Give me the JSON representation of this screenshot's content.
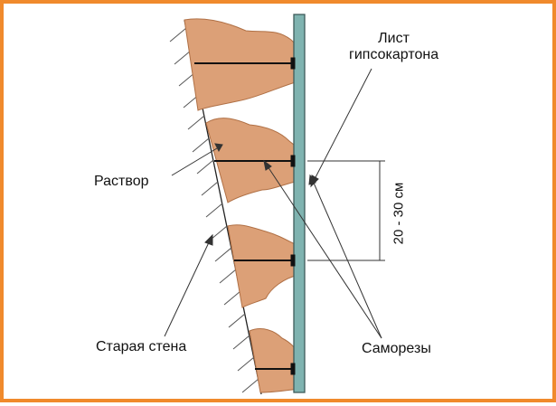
{
  "labels": {
    "sheet_line1": "Лист",
    "sheet_line2": "гипсокартона",
    "mortar": "Раствор",
    "old_wall": "Старая стена",
    "screws": "Саморезы",
    "spacing": "20 - 30 см"
  },
  "colors": {
    "frame": "#f08a2c",
    "mortar_fill": "#dca077",
    "mortar_stroke": "#b07045",
    "drywall_fill": "#7fb3b0",
    "drywall_stroke": "#3e5b5a",
    "line": "#222222"
  }
}
